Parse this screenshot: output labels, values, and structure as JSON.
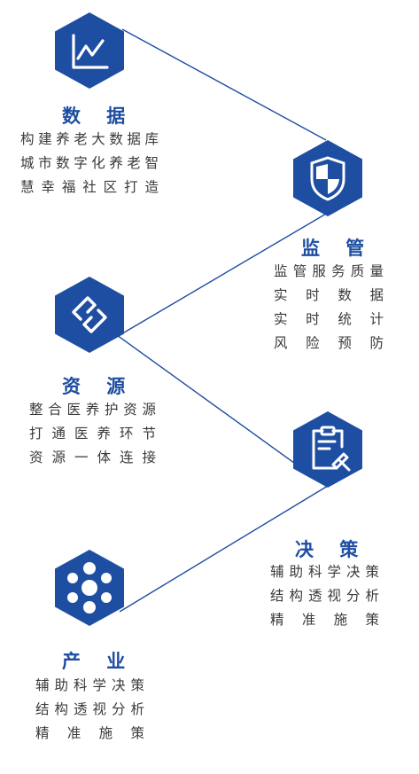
{
  "colors": {
    "primary": "#1e4ea1",
    "connector": "#1e4ea1",
    "text": "#3a3a3a"
  },
  "nodes": [
    {
      "icon": "line-chart-icon",
      "title": "数 据",
      "lines": [
        "构建养老大数据库",
        "城市数字化养老智",
        "慧幸福社区打造"
      ]
    },
    {
      "icon": "shield-icon",
      "title": "监 管",
      "lines": [
        "监管服务质量",
        "实 时 数 据",
        "实 时 统 计",
        "风 险 预 防"
      ]
    },
    {
      "icon": "chain-link-icon",
      "title": "资 源",
      "lines": [
        "整合医养护资源",
        "打通医养环节",
        "资源一体连接"
      ]
    },
    {
      "icon": "clipboard-gavel-icon",
      "title": "决 策",
      "lines": [
        "辅助科学决策",
        "结构透视分析",
        "精 准 施 策"
      ]
    },
    {
      "icon": "molecule-icon",
      "title": "产 业",
      "lines": [
        "辅助科学决策",
        "结构透视分析",
        "精 准 施 策"
      ]
    }
  ]
}
